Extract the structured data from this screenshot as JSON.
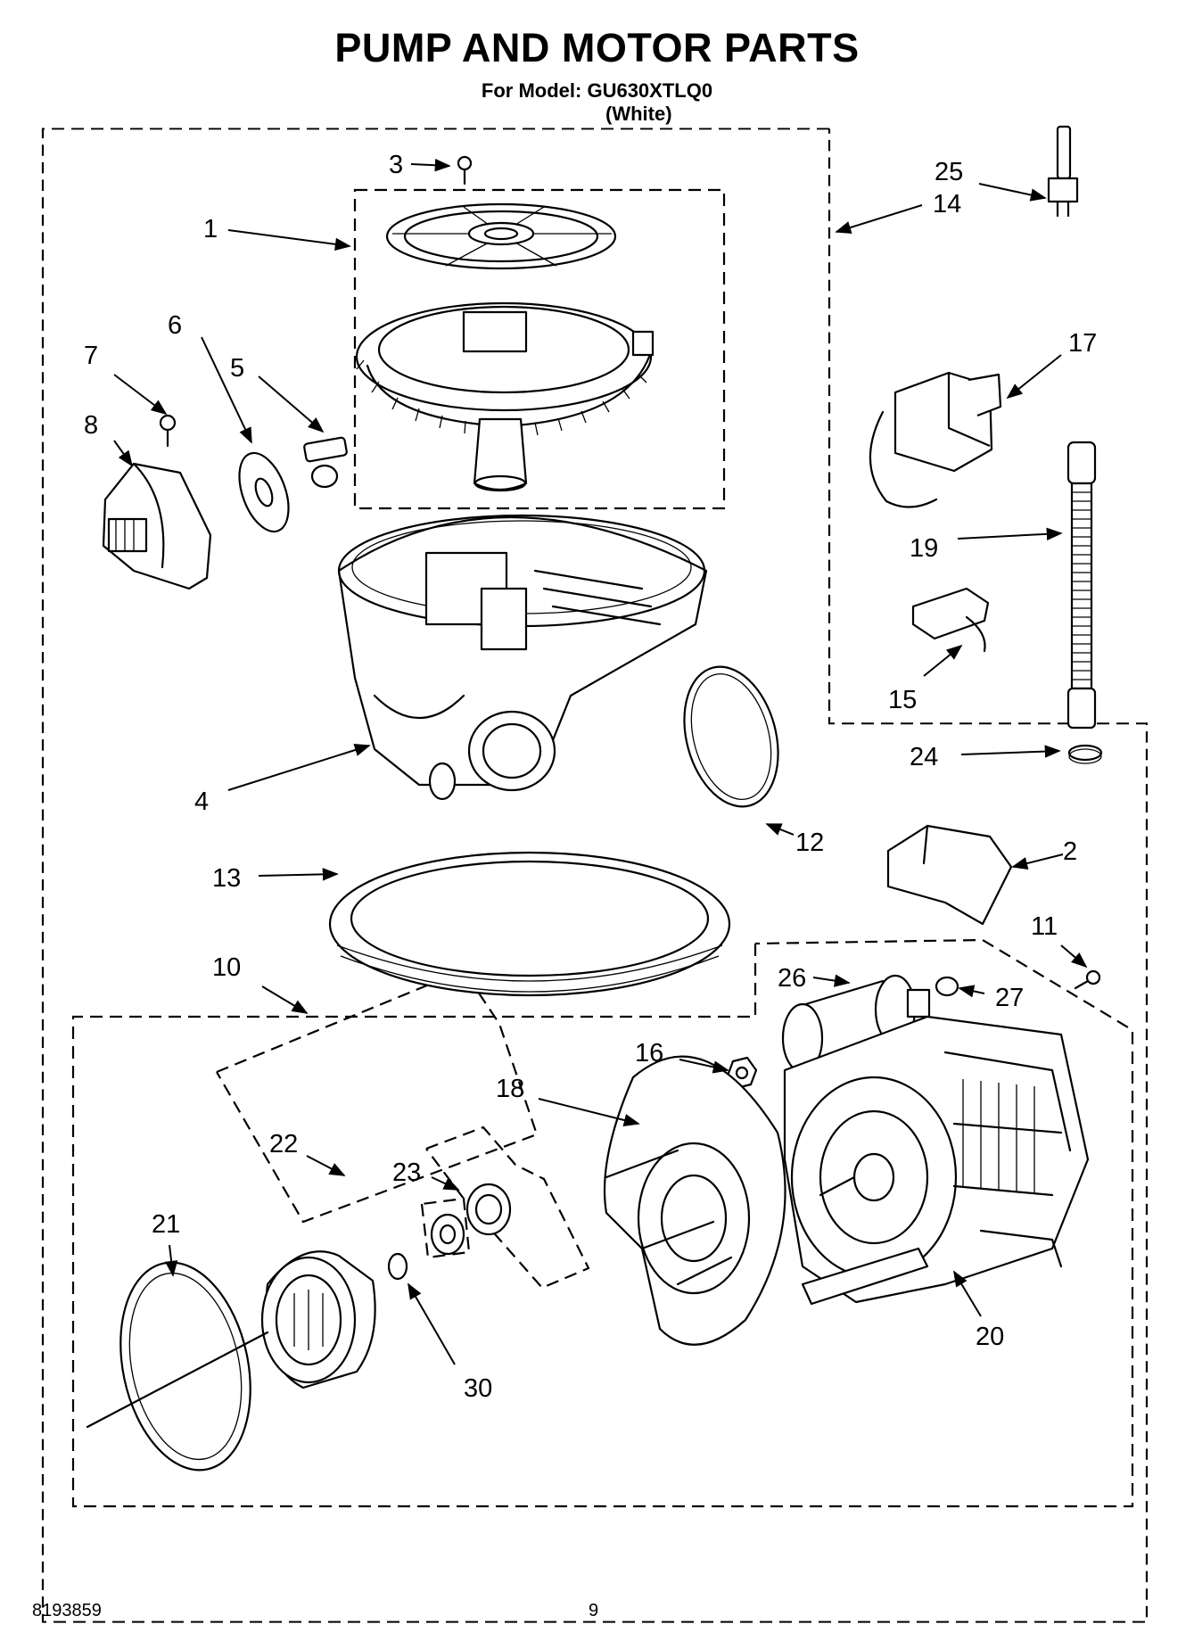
{
  "page": {
    "title": "PUMP AND MOTOR PARTS",
    "model_line": "For Model: GU630XTLQ0",
    "color_line": "(White)",
    "doc_number": "8193859",
    "page_number": "9"
  },
  "callouts": [
    {
      "id": "1",
      "label": "1"
    },
    {
      "id": "2",
      "label": "2"
    },
    {
      "id": "3",
      "label": "3"
    },
    {
      "id": "4",
      "label": "4"
    },
    {
      "id": "5",
      "label": "5"
    },
    {
      "id": "6",
      "label": "6"
    },
    {
      "id": "7",
      "label": "7"
    },
    {
      "id": "8",
      "label": "8"
    },
    {
      "id": "10",
      "label": "10"
    },
    {
      "id": "11",
      "label": "11"
    },
    {
      "id": "12",
      "label": "12"
    },
    {
      "id": "13",
      "label": "13"
    },
    {
      "id": "14",
      "label": "14"
    },
    {
      "id": "15",
      "label": "15"
    },
    {
      "id": "16",
      "label": "16"
    },
    {
      "id": "17",
      "label": "17"
    },
    {
      "id": "18",
      "label": "18"
    },
    {
      "id": "19",
      "label": "19"
    },
    {
      "id": "20",
      "label": "20"
    },
    {
      "id": "21",
      "label": "21"
    },
    {
      "id": "22",
      "label": "22"
    },
    {
      "id": "23",
      "label": "23"
    },
    {
      "id": "24",
      "label": "24"
    },
    {
      "id": "25",
      "label": "25"
    },
    {
      "id": "26",
      "label": "26"
    },
    {
      "id": "27",
      "label": "27"
    },
    {
      "id": "30",
      "label": "30"
    }
  ]
}
